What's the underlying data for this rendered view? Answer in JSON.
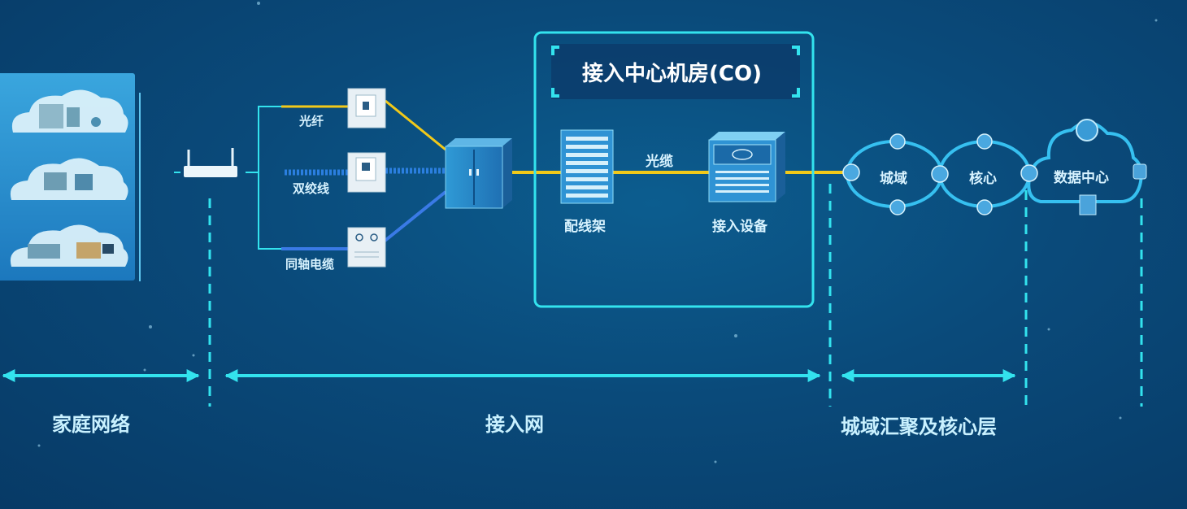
{
  "colors": {
    "fiber": "#f2c919",
    "twisted_pair": "#2b7fe0",
    "coax": "#3a7ae6",
    "frame": "#33e3ee",
    "node": "#36c0f0"
  },
  "co_room": {
    "title": "接入中心机房(CO)"
  },
  "media": {
    "fiber": "光纤",
    "twisted_pair": "双绞线",
    "coax": "同轴电缆"
  },
  "cable_label": "光缆",
  "devices": {
    "odf": "配线架",
    "access_equipment": "接入设备"
  },
  "network": {
    "metro": "城域",
    "core": "核心",
    "datacenter": "数据中心"
  },
  "sections": {
    "home": "家庭网络",
    "access": "接入网",
    "metro_core": "城域汇聚及核心层"
  }
}
